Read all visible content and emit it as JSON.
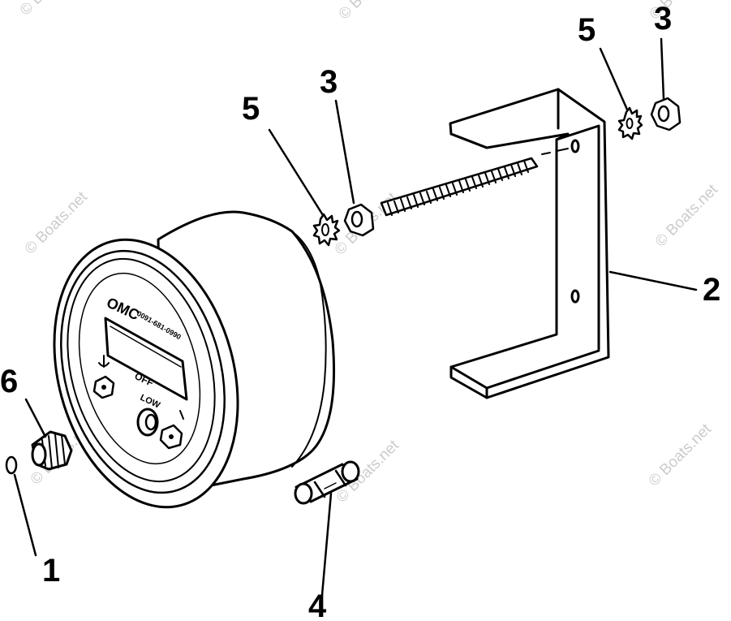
{
  "callouts": {
    "c1": "1",
    "c2": "2",
    "c3a": "3",
    "c3b": "3",
    "c4": "4",
    "c5a": "5",
    "c5b": "5",
    "c6": "6"
  },
  "gauge_face": {
    "brand": "OMC",
    "part_number": "0091-681-0990",
    "label_off": "OFF",
    "label_low": "LOW"
  },
  "watermark": "© Boats.net",
  "colors": {
    "line": "#000000",
    "watermark": "#cccccc",
    "background": "#ffffff"
  }
}
